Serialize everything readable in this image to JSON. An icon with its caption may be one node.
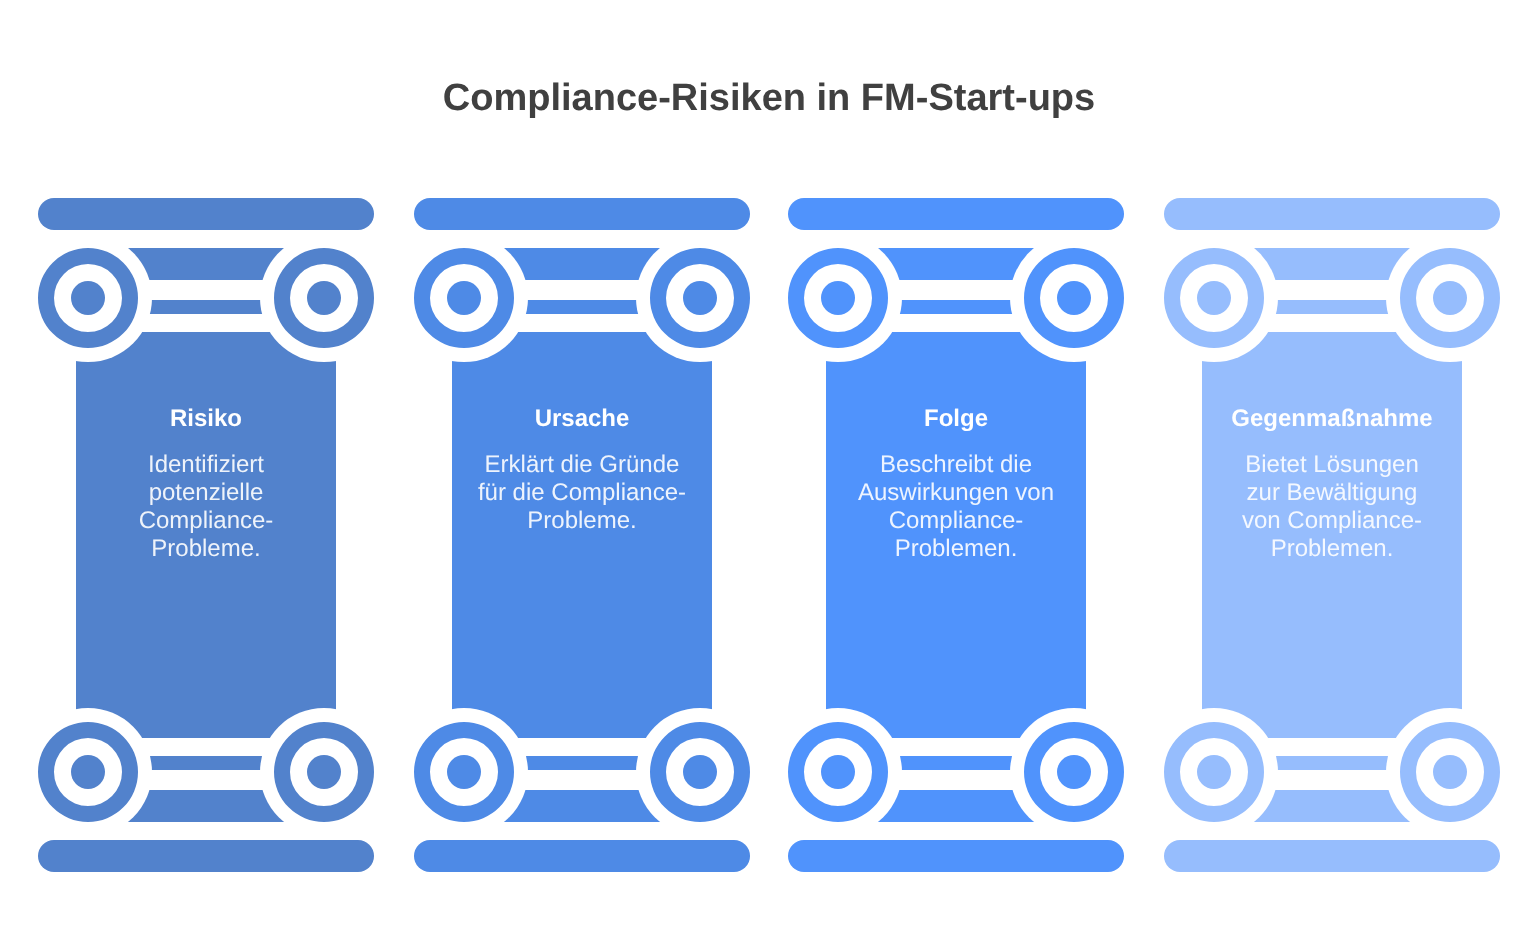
{
  "diagram": {
    "title": "Compliance-Risiken in FM-Start-ups",
    "nodes": [
      {
        "text": [
          "Risiko",
          "Identifiziert potenzielle Compliance-Probleme."
        ]
      },
      {
        "text": [
          "Ursache",
          "Erklärt die Gründe für die Compliance-Probleme."
        ]
      },
      {
        "text": [
          "Folge",
          "Beschreibt die Auswirkungen von Compliance-Problemen."
        ]
      },
      {
        "text": [
          "Gegenmaßnahme",
          "Bietet Lösungen zur Bewältigung von Compliance-Problemen."
        ]
      }
    ]
  }
}
